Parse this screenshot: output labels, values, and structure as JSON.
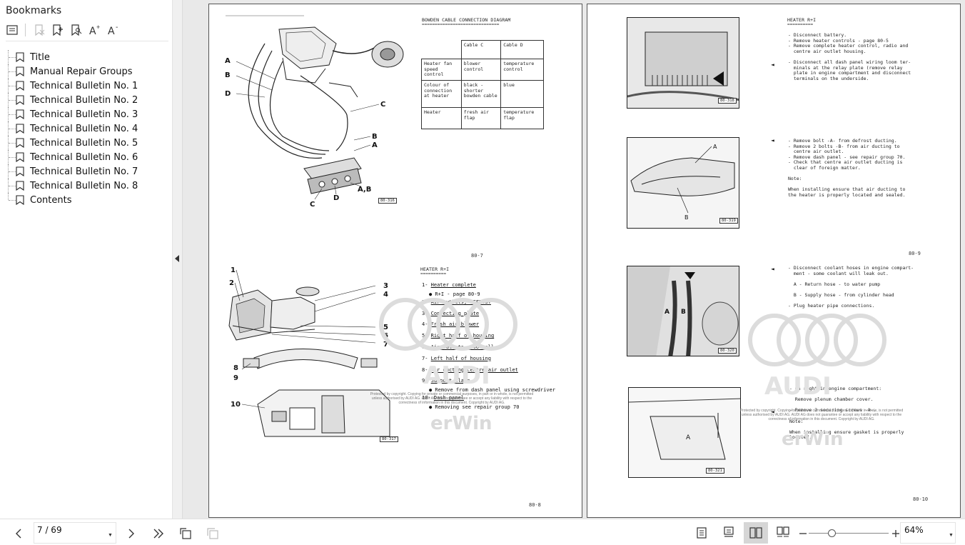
{
  "sidebar": {
    "title": "Bookmarks",
    "toolbar": [
      "list-options-icon",
      "delete-bookmark-icon",
      "add-bookmark-icon",
      "find-bookmark-icon",
      "expand-text-icon",
      "shrink-text-icon"
    ],
    "items": [
      {
        "label": "Title"
      },
      {
        "label": "Manual Repair Groups"
      },
      {
        "label": "Technical Bulletin No. 1"
      },
      {
        "label": "Technical Bulletin No. 2"
      },
      {
        "label": "Technical Bulletin No. 3"
      },
      {
        "label": "Technical Bulletin No. 4"
      },
      {
        "label": "Technical Bulletin No. 5"
      },
      {
        "label": "Technical Bulletin No. 6"
      },
      {
        "label": "Technical Bulletin No. 7"
      },
      {
        "label": "Technical Bulletin No. 8"
      },
      {
        "label": "Contents"
      }
    ]
  },
  "left_page": {
    "top_heading": "BOWDEN CABLE CONNECTION DIAGRAM",
    "top_underline": "==============================",
    "table": {
      "headers": [
        "",
        "Cable C",
        "Cable D"
      ],
      "rows": [
        [
          "Heater fan speed control",
          "blower control",
          "temperature control"
        ],
        [
          "Colour of connection at heater",
          "black - shorter bowden cable",
          "blue"
        ],
        [
          "Heater",
          "fresh air flap",
          "temperature flap"
        ]
      ]
    },
    "diagram1_labels": {
      "a": "A",
      "b": "B",
      "c": "C",
      "d": "D",
      "b2": "B",
      "a2": "A",
      "ab": "A,B",
      "c2": "C",
      "d2": "D"
    },
    "diagram1_tag": "80-316",
    "page_num_top": "80-7",
    "bottom_heading": "HEATER R+I",
    "bottom_underline": "==========",
    "legend": [
      {
        "num": "1-",
        "text": "Heater complete",
        "sub": "● R+I - page 80-9"
      },
      {
        "num": "2-",
        "text": "Air outlets, DEFROST"
      },
      {
        "num": "3-",
        "text": "Connecting plate"
      },
      {
        "num": "4-",
        "text": "Fresh air blower"
      },
      {
        "num": "5-",
        "text": "Right half of housing"
      },
      {
        "num": "6-",
        "text": "Air outlets, footwell"
      },
      {
        "num": "7-",
        "text": "Left half of housing"
      },
      {
        "num": "8-",
        "text": "Air ducting centre air outlet"
      },
      {
        "num": "9-",
        "text": "Support clamp",
        "sub": "● Remove from dash panel using screwdriver"
      },
      {
        "num": "10-",
        "text": "Dash panel",
        "sub": "● Removing see repair group 70"
      }
    ],
    "diagram2_labels": [
      "1",
      "2",
      "3",
      "4",
      "5",
      "6",
      "7",
      "8",
      "9",
      "10"
    ],
    "diagram2_tag": "80-317",
    "page_num_bottom": "80-8"
  },
  "right_page": {
    "heading": "HEATER R+I",
    "underline": "==========",
    "block1": "- Disconnect battery.\n- Remove heater controls - page 80-5\n- Remove complete heater control, radio and\n  centre air outlet housing.\n\n- Disconnect all dash panel wiring loom ter-\n  minals at the relay plate (remove relay\n  plate in engine compartment and disconnect\n  terminals on the underside.",
    "block2": "- Remove bolt -A- from defrost ducting.\n- Remove 2 bolts -B- from air ducting to\n  centre air outlet.\n- Remove dash panel - see repair group 70.\n- Check that centre air outlet ducting is\n  clear of foreign matter.\n\nNote:\n\nWhen installing ensure that air ducting to\nthe heater is properly located and sealed.",
    "page_num_top": "80-9",
    "block3": "- Disconnect coolant hoses in engine compart-\n  ment - some coolant will leak out.\n\n  A - Return hose - to water pump\n\n  B - Supply hose - from cylinder head\n\n- Plug heater pipe connections.",
    "block4": "- On right in engine compartment:\n\n  Remove plenum chamber cover.\n\n- Remove 2 securing screws -A-.\n\nNote:\n\nWhen installing ensure gasket is properly\nlocated.",
    "photo_tags": [
      "80-318",
      "80-319",
      "80-320",
      "80-321"
    ],
    "photo_labels": {
      "p2a": "A",
      "p2b": "B",
      "p3a": "A",
      "p3b": "B",
      "p4a": "A"
    },
    "arrow": "◄",
    "page_num_bottom": "80-10"
  },
  "watermark": {
    "brand": "AUDI",
    "product": "erWin",
    "notice": "Protected by copyright. Copying for private or commercial purposes, in part or in whole, is not permitted unless authorised by AUDI AG. AUDI AG does not guarantee or accept any liability with respect to the correctness of information in this document. Copyright by AUDI AG."
  },
  "statusbar": {
    "page_value": "7 / 69",
    "zoom_value": "64%",
    "zoom_level": 0.64
  }
}
